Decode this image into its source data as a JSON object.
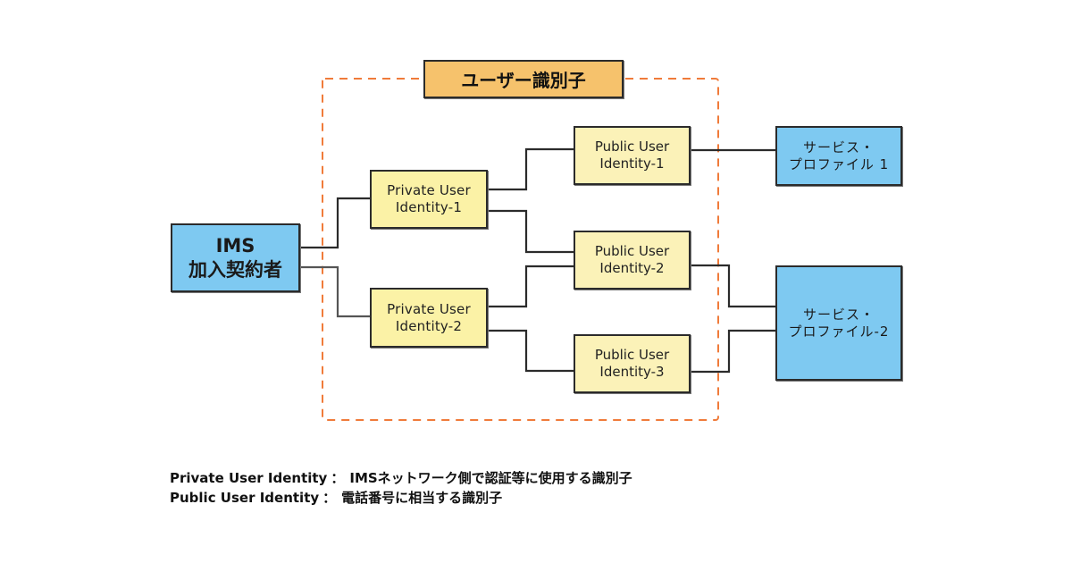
{
  "diagram": {
    "group": {
      "label": "ユーザー識別子",
      "border_color": "#f07b3a"
    },
    "nodes": {
      "ims_subscriber": {
        "lines": [
          "IMS",
          "加入契約者"
        ],
        "fill": "#7ec9f1"
      },
      "private_1": {
        "lines": [
          "Private User",
          "Identity-1"
        ],
        "fill": "#fbf2a6"
      },
      "private_2": {
        "lines": [
          "Private User",
          "Identity-2"
        ],
        "fill": "#fbf2a6"
      },
      "public_1": {
        "lines": [
          "Public User",
          "Identity-1"
        ],
        "fill": "#fbf2b8"
      },
      "public_2": {
        "lines": [
          "Public User",
          "Identity-2"
        ],
        "fill": "#fbf2b8"
      },
      "public_3": {
        "lines": [
          "Public User",
          "Identity-3"
        ],
        "fill": "#fbf2b8"
      },
      "service_profile_1": {
        "lines": [
          "サービス・",
          "プロファイル 1"
        ],
        "fill": "#7ec9f1"
      },
      "service_profile_2": {
        "lines": [
          "サービス・",
          "プロファイル-2"
        ],
        "fill": "#7ec9f1"
      }
    },
    "edges": [
      {
        "from": "ims_subscriber",
        "to": "private_1"
      },
      {
        "from": "ims_subscriber",
        "to": "private_2"
      },
      {
        "from": "private_1",
        "to": "public_1"
      },
      {
        "from": "private_1",
        "to": "public_2"
      },
      {
        "from": "private_2",
        "to": "public_2"
      },
      {
        "from": "private_2",
        "to": "public_3"
      },
      {
        "from": "public_1",
        "to": "service_profile_1"
      },
      {
        "from": "public_2",
        "to": "service_profile_2"
      },
      {
        "from": "public_3",
        "to": "service_profile_2"
      }
    ]
  },
  "legend": [
    {
      "term": "Private User Identity",
      "separator": "：",
      "description": "IMSネットワーク側で認証等に使用する識別子"
    },
    {
      "term": "Public User Identity",
      "separator": "：",
      "description": "電話番号に相当する識別子"
    }
  ]
}
